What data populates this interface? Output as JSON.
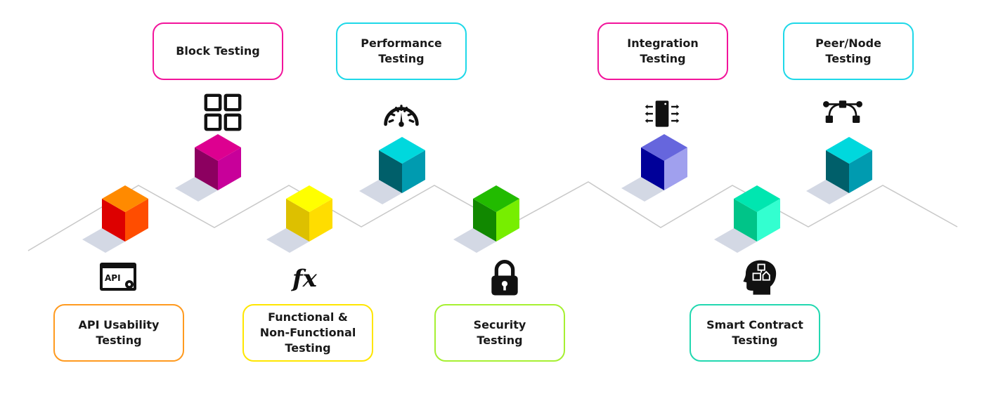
{
  "diagram": {
    "title": "",
    "steps": [
      {
        "id": "api",
        "label": "API Usability\nTesting",
        "border_color": "#FF9A1F",
        "icon": "api-window-icon",
        "cube": {
          "top": "#FF8A00",
          "left": "#DD0000",
          "right": "#FF4D00"
        },
        "position": "bottom"
      },
      {
        "id": "block",
        "label": "Block Testing",
        "border_color": "#F2149B",
        "icon": "grid-blocks-icon",
        "cube": {
          "top": "#DD0090",
          "left": "#8C0060",
          "right": "#C8009A"
        },
        "position": "top"
      },
      {
        "id": "functional",
        "label": "Functional &\nNon-Functional\nTesting",
        "border_color": "#FFE600",
        "icon": "function-fx-icon",
        "cube": {
          "top": "#FFFF00",
          "left": "#DDC000",
          "right": "#FFDD00"
        },
        "position": "bottom"
      },
      {
        "id": "performance",
        "label": "Performance\nTesting",
        "border_color": "#1ED8E8",
        "icon": "speedometer-icon",
        "cube": {
          "top": "#00D8DD",
          "left": "#005F6A",
          "right": "#009BB0"
        },
        "position": "top"
      },
      {
        "id": "security",
        "label": "Security\nTesting",
        "border_color": "#A6F032",
        "icon": "padlock-icon",
        "cube": {
          "top": "#22BB00",
          "left": "#118800",
          "right": "#77EE00"
        },
        "position": "bottom"
      },
      {
        "id": "integration",
        "label": "Integration\nTesting",
        "border_color": "#F2149B",
        "icon": "chip-arrows-icon",
        "cube": {
          "top": "#6666DD",
          "left": "#000099",
          "right": "#A0A0EE"
        },
        "position": "top"
      },
      {
        "id": "smart-contract",
        "label": "Smart Contract\nTesting",
        "border_color": "#22D8B0",
        "icon": "head-gears-icon",
        "cube": {
          "top": "#00E6B0",
          "left": "#00C488",
          "right": "#33FFD0"
        },
        "position": "bottom"
      },
      {
        "id": "peer-node",
        "label": "Peer/Node\nTesting",
        "border_color": "#1ED8E8",
        "icon": "bezier-nodes-icon",
        "cube": {
          "top": "#00D8DD",
          "left": "#005F6A",
          "right": "#009BB0"
        },
        "position": "top"
      }
    ],
    "colors": {
      "line": "#C8C8C8",
      "shadow": "#D3D8E4",
      "icon": "#111111",
      "text": "#1A1A1A"
    }
  }
}
